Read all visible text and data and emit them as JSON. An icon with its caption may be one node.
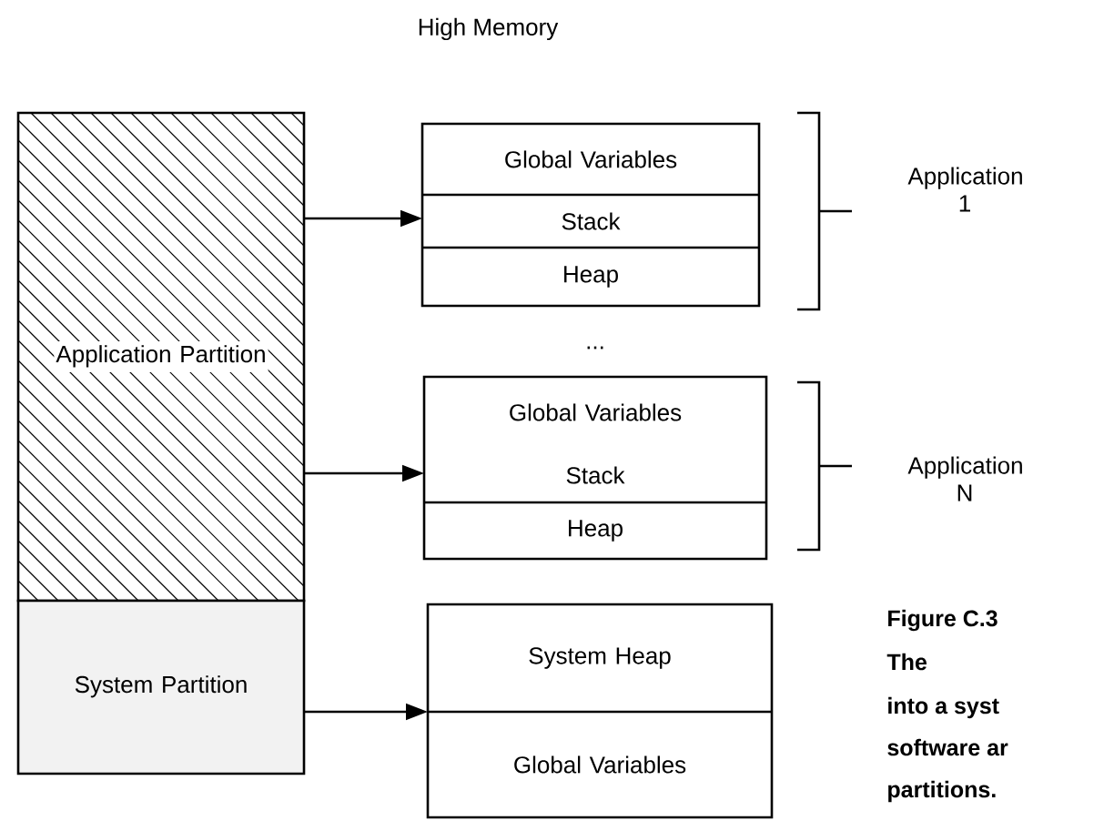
{
  "diagram": {
    "caption": "Figure C.3",
    "nodes": [
      {
        "text": [
          "Application Partition"
        ]
      },
      {
        "text": [
          "System Partition"
        ]
      },
      {
        "text": [],
        "shape": "box"
      },
      {
        "text": [
          "Global Variables"
        ],
        "in": 2
      },
      {
        "text": [
          "Stack"
        ],
        "in": 2
      },
      {
        "text": [
          "Heap"
        ],
        "in": 2
      },
      {
        "text": [],
        "shape": "box"
      },
      {
        "text": [
          "Global Variables"
        ],
        "in": 6
      },
      {
        "text": [
          "Stack"
        ],
        "in": 6
      },
      {
        "text": [
          "Heap"
        ],
        "in": 6
      },
      {
        "text": [],
        "shape": "box"
      },
      {
        "text": [
          "System Heap"
        ],
        "in": 10
      },
      {
        "text": [
          "Global Variables"
        ],
        "in": 10
      }
    ],
    "edges": [
      {
        "from": 0,
        "to": 2,
        "arrow": "to"
      },
      {
        "from": 0,
        "to": 6,
        "arrow": "to"
      },
      {
        "from": 1,
        "to": 10,
        "arrow": "to"
      }
    ],
    "labels": [
      "High Memory",
      "Application 1",
      "...",
      "Application N",
      "The",
      "into a syst",
      "software ar",
      "partitions."
    ]
  }
}
